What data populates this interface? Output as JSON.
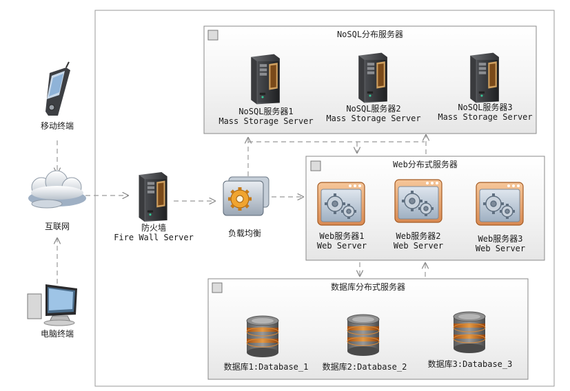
{
  "clients": {
    "mobile_label": "移动终端",
    "internet_label": "互联网",
    "pc_label": "电脑终端"
  },
  "firewall": {
    "label_cn": "防火墙",
    "label_en": "Fire Wall Server"
  },
  "load_balancer": {
    "label": "负载均衡"
  },
  "nosql_group": {
    "title": "NoSQL分布服务器",
    "servers": [
      {
        "name": "NoSQL服务器1",
        "type": "Mass Storage Server"
      },
      {
        "name": "NoSQL服务器2",
        "type": "Mass Storage Server"
      },
      {
        "name": "NoSQL服务器3",
        "type": "Mass Storage Server"
      }
    ]
  },
  "web_group": {
    "title": "Web分布式服务器",
    "servers": [
      {
        "name": "Web服务器1",
        "type": "Web Server"
      },
      {
        "name": "Web服务器2",
        "type": "Web Server"
      },
      {
        "name": "Web服务器3",
        "type": "Web Server"
      }
    ]
  },
  "db_group": {
    "title": "数据库分布式服务器",
    "databases": [
      {
        "name": "数据库1:Database_1"
      },
      {
        "name": "数据库2:Database_2"
      },
      {
        "name": "数据库3:Database_3"
      }
    ]
  }
}
